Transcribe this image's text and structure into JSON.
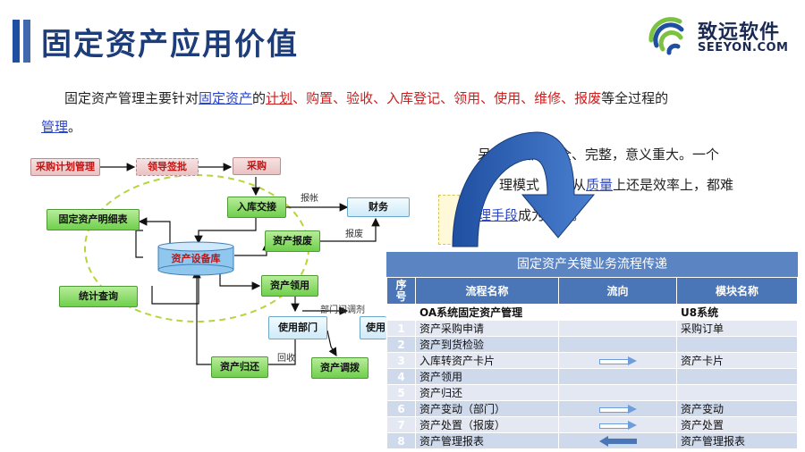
{
  "header": {
    "title": "固定资产应用价值",
    "logo_cn": "致远软件",
    "logo_en": "SEEYON.COM"
  },
  "paragraph": {
    "p1": "固定资产管理主要针对",
    "link_fixed_assets": "固定资产",
    "p2": "的",
    "link_plan": "计划",
    "p3": "、购置、验收、入库登记、领用、使用、维修、报废",
    "p4": "等全过程的",
    "link_manage": "管理",
    "p5": "。"
  },
  "paragraph2": {
    "l1": "呆企业资产安全、完整，意义重大。一个",
    "l2a": "理模式",
    "l2b": "论从",
    "link_quality": "质量",
    "l2c": "上还是效率上，都难",
    "link_means": "理手段",
    "l3": "成为必然。"
  },
  "flow": {
    "plan": "采购计划管理",
    "approve": "领导签批",
    "purchase": "采购",
    "storage": "入库交接",
    "finance": "财务",
    "detail": "固定资产明细表",
    "scrap": "资产报废",
    "db": "资产设备库",
    "stats": "统计查询",
    "receive": "资产领用",
    "dept1": "使用部门",
    "dept2": "使用",
    "return": "资产归还",
    "transfer": "资产调拨",
    "lbl_account": "报帐",
    "lbl_scrap": "报废",
    "lbl_dept": "部门间调剂",
    "lbl_return": "回收"
  },
  "table": {
    "title": "固定资产关键业务流程传递",
    "headers": {
      "idx": "序号",
      "name": "流程名称",
      "dir": "流向",
      "module": "模块名称"
    },
    "section": {
      "left": "OA系统固定资产管理",
      "right": "U8系统"
    },
    "rows": [
      {
        "idx": "1",
        "name": "资产采购申请",
        "dir": "",
        "module": "采购订单"
      },
      {
        "idx": "2",
        "name": "资产到货检验",
        "dir": "",
        "module": ""
      },
      {
        "idx": "3",
        "name": "入库转资产卡片",
        "dir": "right",
        "module": "资产卡片"
      },
      {
        "idx": "4",
        "name": "资产领用",
        "dir": "",
        "module": ""
      },
      {
        "idx": "5",
        "name": "资产归还",
        "dir": "",
        "module": ""
      },
      {
        "idx": "6",
        "name": "资产变动（部门）",
        "dir": "right",
        "module": "资产变动"
      },
      {
        "idx": "7",
        "name": "资产处置（报废）",
        "dir": "right",
        "module": "资产处置"
      },
      {
        "idx": "8",
        "name": "资产管理报表",
        "dir": "left",
        "module": "资产管理报表"
      }
    ]
  },
  "colors": {
    "title": "#1d3d7a",
    "accent": "#1f4fa0",
    "table_header": "#4a76b8",
    "table_title": "#5b84c2",
    "red_text": "#d21b1b",
    "link": "#2a45c9"
  }
}
